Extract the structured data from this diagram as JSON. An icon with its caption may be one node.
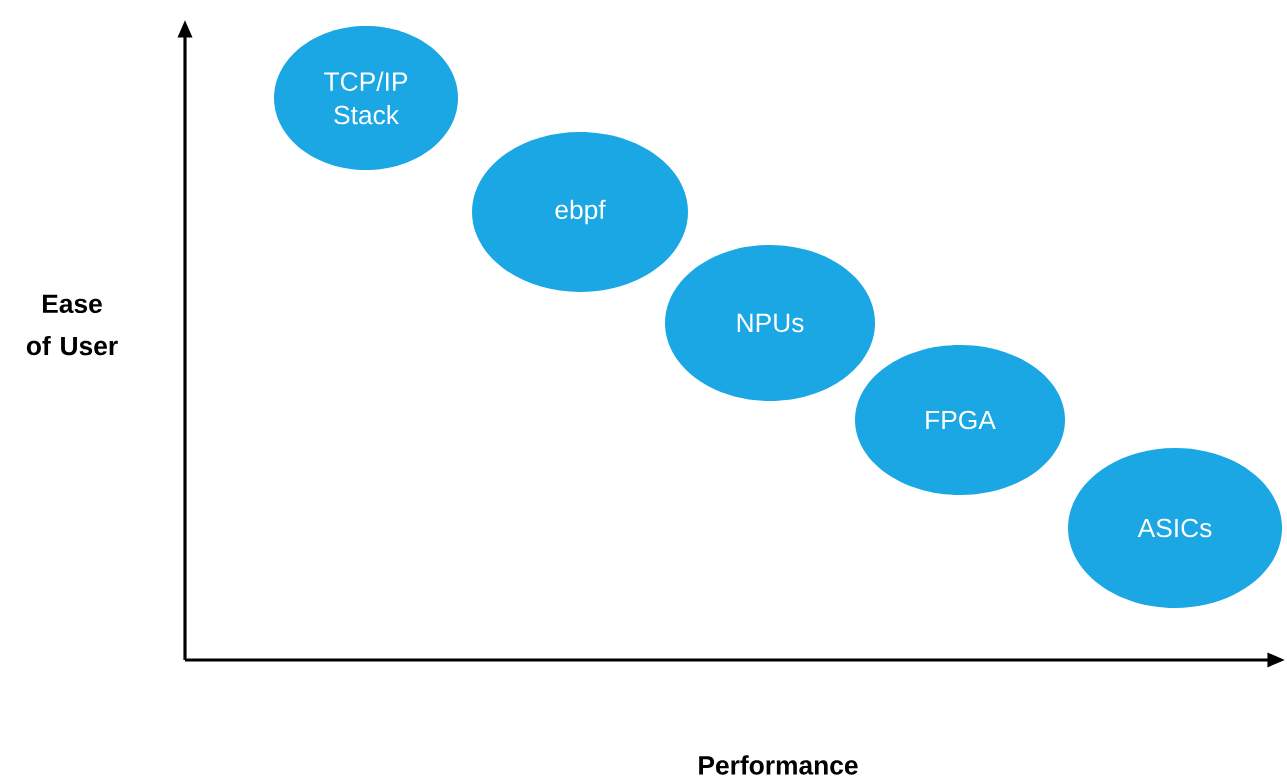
{
  "diagram": {
    "nodes": [
      {
        "text": [
          "TCP/IP Stack"
        ]
      },
      {
        "text": [
          "ebpf"
        ]
      },
      {
        "text": [
          "NPUs"
        ]
      },
      {
        "text": [
          "FPGA"
        ]
      },
      {
        "text": [
          "ASICs"
        ]
      }
    ],
    "labels": [
      "Ease of User",
      "Performance"
    ]
  }
}
